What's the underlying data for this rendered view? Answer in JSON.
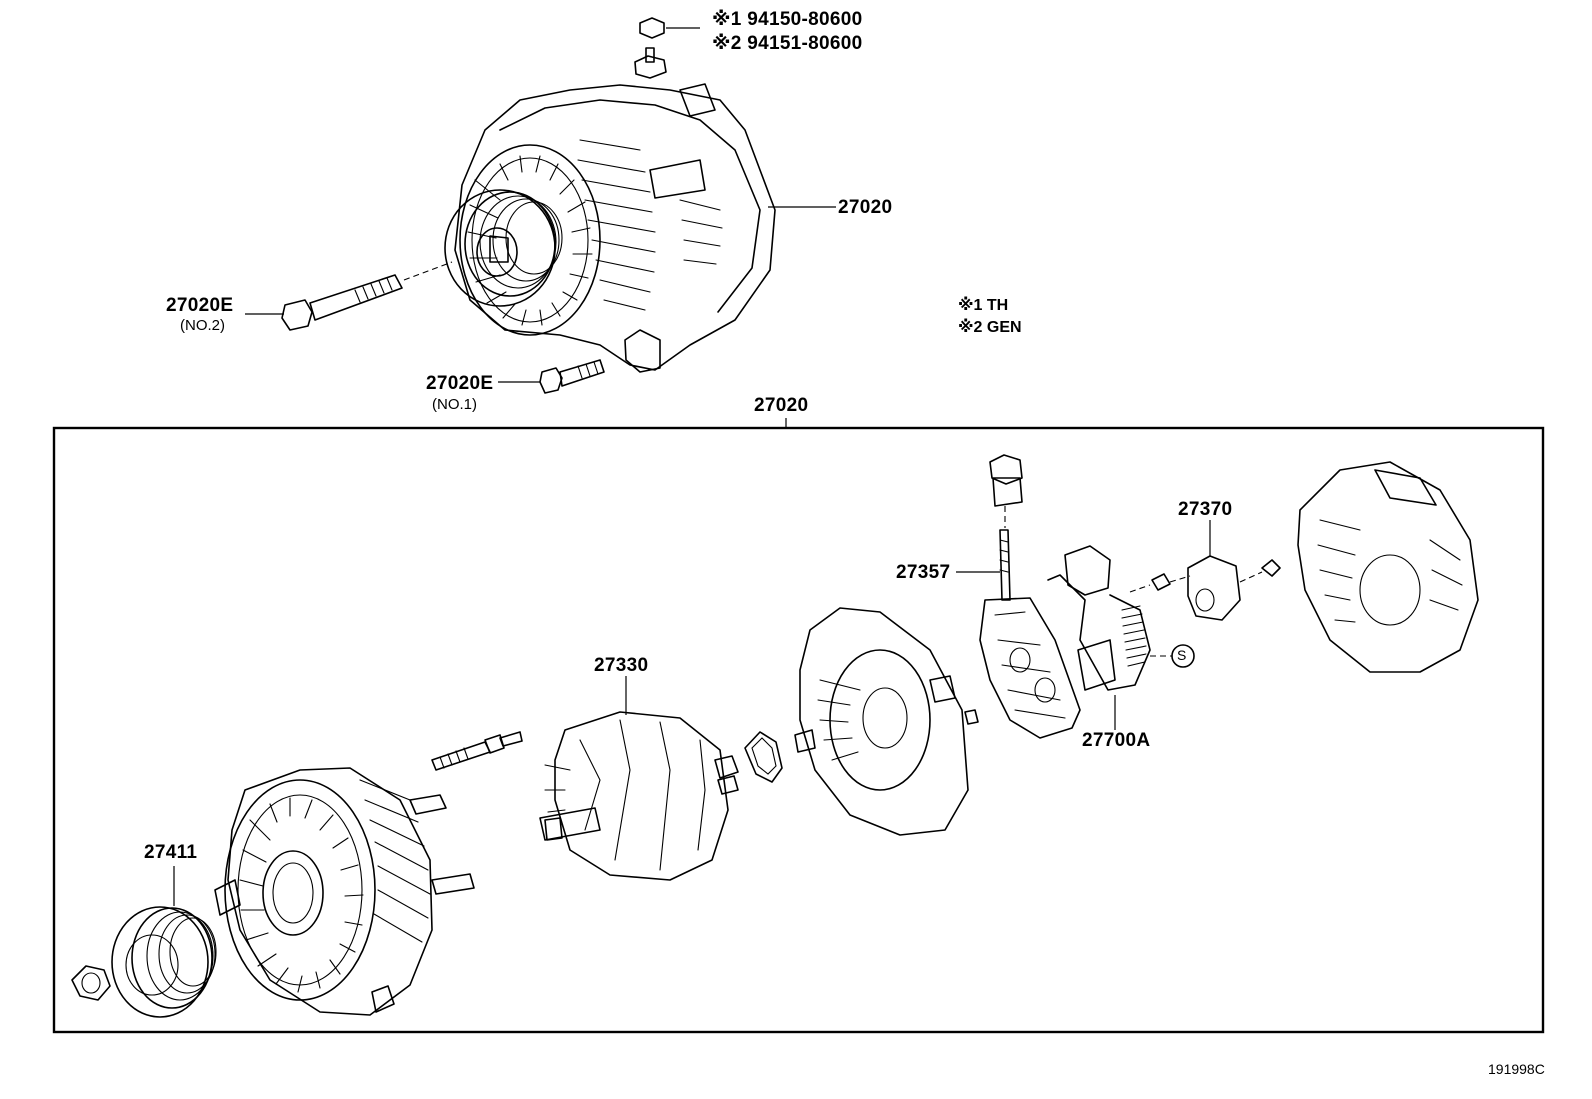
{
  "callouts": {
    "alternator_assy_top": "27020",
    "alternator_assy_box": "27020",
    "bolt_no2": "27020E",
    "bolt_no2_sub": "(NO.2)",
    "bolt_no1": "27020E",
    "bolt_no1_sub": "(NO.1)",
    "nut_part_1": "※1 94150-80600",
    "nut_part_2": "※2 94151-80600",
    "pulley": "27411",
    "rotor": "27330",
    "brush_holder_terminal": "27357",
    "regulator": "27700A",
    "rear_cover": "27370",
    "sealant_mark": "S"
  },
  "legend": {
    "note_1": "※1 TH",
    "note_2": "※2 GEN"
  },
  "figure_id": "191998C"
}
